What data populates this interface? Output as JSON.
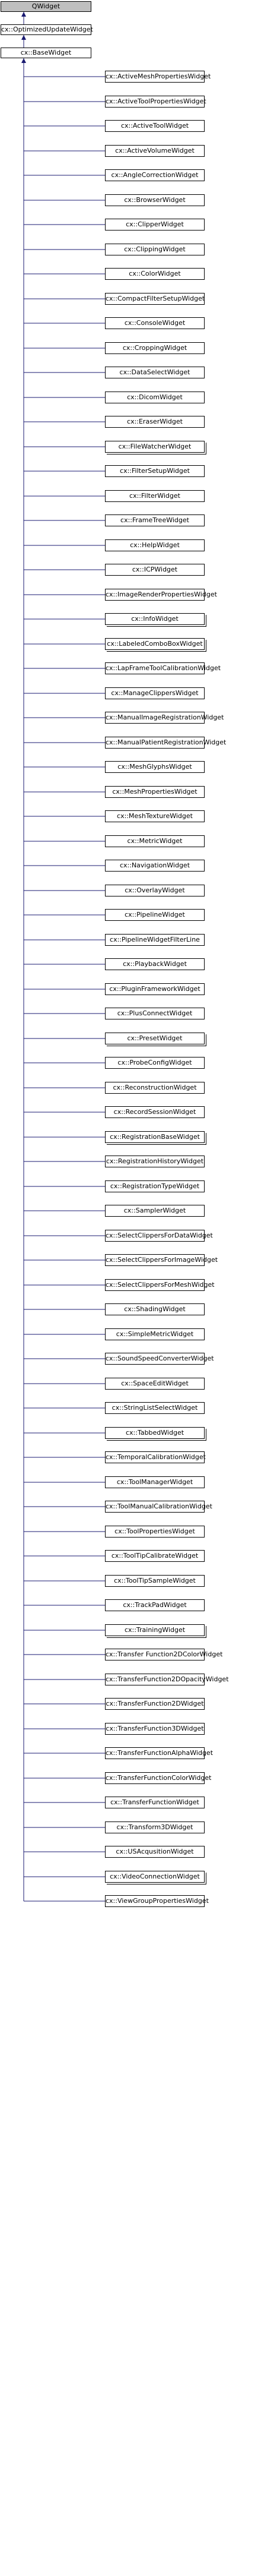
{
  "base_chain": [
    "QWidget",
    "cx::OptimizedUpdateWidget",
    "cx::BaseWidget"
  ],
  "derived": [
    {
      "label": "cx::ActiveMeshPropertiesWidget",
      "more": false
    },
    {
      "label": "cx::ActiveToolPropertiesWidget",
      "more": false
    },
    {
      "label": "cx::ActiveToolWidget",
      "more": false
    },
    {
      "label": "cx::ActiveVolumeWidget",
      "more": false
    },
    {
      "label": "cx::AngleCorrectionWidget",
      "more": false
    },
    {
      "label": "cx::BrowserWidget",
      "more": false
    },
    {
      "label": "cx::ClipperWidget",
      "more": false
    },
    {
      "label": "cx::ClippingWidget",
      "more": false
    },
    {
      "label": "cx::ColorWidget",
      "more": false
    },
    {
      "label": "cx::CompactFilterSetupWidget",
      "more": false
    },
    {
      "label": "cx::ConsoleWidget",
      "more": false
    },
    {
      "label": "cx::CroppingWidget",
      "more": false
    },
    {
      "label": "cx::DataSelectWidget",
      "more": false
    },
    {
      "label": "cx::DicomWidget",
      "more": false
    },
    {
      "label": "cx::EraserWidget",
      "more": false
    },
    {
      "label": "cx::FileWatcherWidget",
      "more": true
    },
    {
      "label": "cx::FilterSetupWidget",
      "more": false
    },
    {
      "label": "cx::FilterWidget",
      "more": false
    },
    {
      "label": "cx::FrameTreeWidget",
      "more": false
    },
    {
      "label": "cx::HelpWidget",
      "more": false
    },
    {
      "label": "cx::ICPWidget",
      "more": false
    },
    {
      "label": "cx::ImageRenderPropertiesWidget",
      "more": false
    },
    {
      "label": "cx::InfoWidget",
      "more": true
    },
    {
      "label": "cx::LabeledComboBoxWidget",
      "more": true
    },
    {
      "label": "cx::LapFrameToolCalibrationWidget",
      "more": false
    },
    {
      "label": "cx::ManageClippersWidget",
      "more": false
    },
    {
      "label": "cx::ManualImageRegistrationWidget",
      "more": false
    },
    {
      "label": "cx::ManualPatientRegistrationWidget",
      "more": false
    },
    {
      "label": "cx::MeshGlyphsWidget",
      "more": false
    },
    {
      "label": "cx::MeshPropertiesWidget",
      "more": false
    },
    {
      "label": "cx::MeshTextureWidget",
      "more": false
    },
    {
      "label": "cx::MetricWidget",
      "more": false
    },
    {
      "label": "cx::NavigationWidget",
      "more": false
    },
    {
      "label": "cx::OverlayWidget",
      "more": false
    },
    {
      "label": "cx::PipelineWidget",
      "more": false
    },
    {
      "label": "cx::PipelineWidgetFilterLine",
      "more": false
    },
    {
      "label": "cx::PlaybackWidget",
      "more": false
    },
    {
      "label": "cx::PluginFrameworkWidget",
      "more": false
    },
    {
      "label": "cx::PlusConnectWidget",
      "more": false
    },
    {
      "label": "cx::PresetWidget",
      "more": true
    },
    {
      "label": "cx::ProbeConfigWidget",
      "more": false
    },
    {
      "label": "cx::ReconstructionWidget",
      "more": false
    },
    {
      "label": "cx::RecordSessionWidget",
      "more": false
    },
    {
      "label": "cx::RegistrationBaseWidget",
      "more": true
    },
    {
      "label": "cx::RegistrationHistoryWidget",
      "more": false
    },
    {
      "label": "cx::RegistrationTypeWidget",
      "more": false
    },
    {
      "label": "cx::SamplerWidget",
      "more": false
    },
    {
      "label": "cx::SelectClippersForDataWidget",
      "more": false
    },
    {
      "label": "cx::SelectClippersForImageWidget",
      "more": false
    },
    {
      "label": "cx::SelectClippersForMeshWidget",
      "more": false
    },
    {
      "label": "cx::ShadingWidget",
      "more": false
    },
    {
      "label": "cx::SimpleMetricWidget",
      "more": false
    },
    {
      "label": "cx::SoundSpeedConverterWidget",
      "more": false
    },
    {
      "label": "cx::SpaceEditWidget",
      "more": false
    },
    {
      "label": "cx::StringListSelectWidget",
      "more": false
    },
    {
      "label": "cx::TabbedWidget",
      "more": true
    },
    {
      "label": "cx::TemporalCalibrationWidget",
      "more": false
    },
    {
      "label": "cx::ToolManagerWidget",
      "more": false
    },
    {
      "label": "cx::ToolManualCalibrationWidget",
      "more": false
    },
    {
      "label": "cx::ToolPropertiesWidget",
      "more": false
    },
    {
      "label": "cx::ToolTipCalibrateWidget",
      "more": false
    },
    {
      "label": "cx::ToolTipSampleWidget",
      "more": false
    },
    {
      "label": "cx::TrackPadWidget",
      "more": false
    },
    {
      "label": "cx::TrainingWidget",
      "more": true
    },
    {
      "label": "cx::Transfer Function2DColorWidget",
      "more": false
    },
    {
      "label": "cx::TransferFunction2DOpacityWidget",
      "more": false
    },
    {
      "label": "cx::TransferFunction2DWidget",
      "more": false
    },
    {
      "label": "cx::TransferFunction3DWidget",
      "more": false
    },
    {
      "label": "cx::TransferFunctionAlphaWidget",
      "more": false
    },
    {
      "label": "cx::TransferFunctionColorWidget",
      "more": false
    },
    {
      "label": "cx::TransferFunctionWidget",
      "more": false
    },
    {
      "label": "cx::Transform3DWidget",
      "more": false
    },
    {
      "label": "cx::USAcqusitionWidget",
      "more": false
    },
    {
      "label": "cx::VideoConnectionWidget",
      "more": true
    },
    {
      "label": "cx::ViewGroupPropertiesWidget",
      "more": false
    }
  ],
  "colors": {
    "current_node": "#bfbfbf",
    "node_border": "#000000",
    "edge": "#191970"
  }
}
